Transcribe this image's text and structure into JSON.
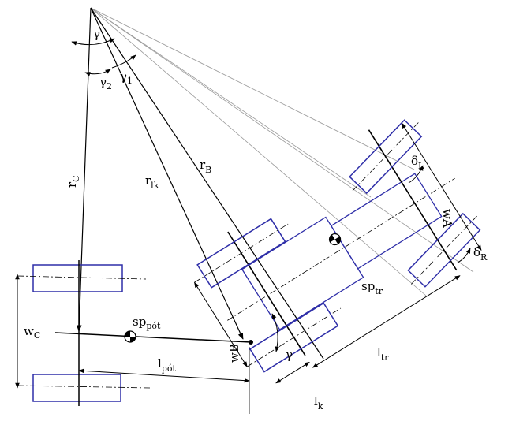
{
  "colors": {
    "line": "#000000",
    "guide": "#9a9a9a",
    "wheel": "#2e2ea8",
    "background": "#ffffff"
  },
  "labels": {
    "gamma_top": "γ",
    "gamma2_main": "γ",
    "gamma2_sub": "2",
    "gamma1_main": "γ",
    "gamma1_sub": "1",
    "rC_main": "r",
    "rC_sub": "C",
    "rlk_main": "r",
    "rlk_sub": "lk",
    "rB_main": "r",
    "rB_sub": "B",
    "deltaL_main": "δ",
    "deltaL_sub": "L",
    "deltaR_main": "δ",
    "deltaR_sub": "R",
    "wA": "wA",
    "sptr_main": "sp",
    "sptr_sub": "tr",
    "sppot_main": "sp",
    "sppot_sub": "pót",
    "wC_main": "w",
    "wC_sub": "C",
    "wB": "wB",
    "gamma_pivot": "γ",
    "lpot_main": "l",
    "lpot_sub": "pót",
    "ltr_main": "l",
    "ltr_sub": "tr",
    "lk_main": "l",
    "lk_sub": "k"
  }
}
